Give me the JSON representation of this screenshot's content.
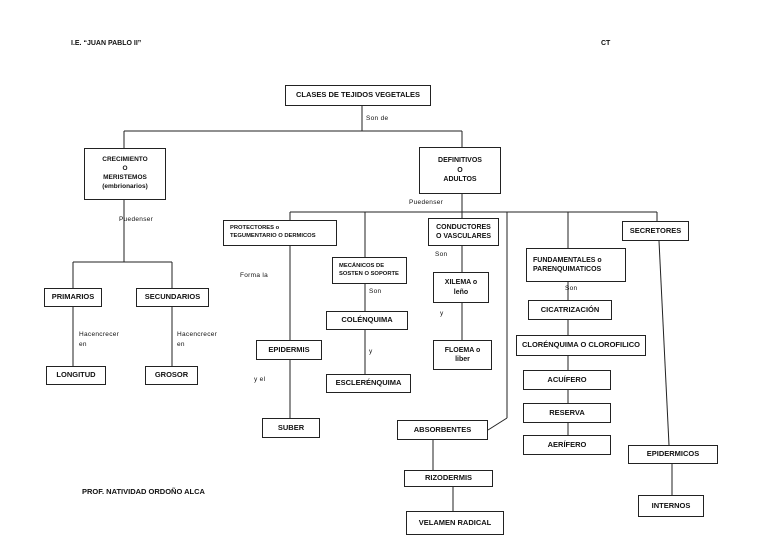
{
  "header": {
    "school": "I.E. “JUAN PABLO II”",
    "subject": "CT"
  },
  "footer": {
    "teacher": "PROF. NATIVIDAD ORDOÑO ALCA"
  },
  "colors": {
    "line": "#222222",
    "text": "#111111",
    "background": "#ffffff"
  },
  "nodes": {
    "root": "CLASES DE TEJIDOS VEGETALES",
    "crecimiento": "CRECIMIENTO\nO\nMERISTEMOS\n(embrionarios)",
    "definitivos": "DEFINITIVOS\nO\nADULTOS",
    "primarios": "PRIMARIOS",
    "secundarios": "SECUNDARIOS",
    "longitud": "LONGITUD",
    "grosor": "GROSOR",
    "protectores": "PROTECTORES o\nTEGUMENTARIO O DERMICOS",
    "mecanicos": "MECÁNICOS DE\nSOSTEN O SOPORTE",
    "conductores": "CONDUCTORES\nO VASCULARES",
    "fundamentales": "FUNDAMENTALES o\nPARENQUIMATICOS",
    "secretores": "SECRETORES",
    "epidermis": "EPIDERMIS",
    "suber": "SUBER",
    "colenquima": "COLÉNQUIMA",
    "esclerenquima": "ESCLERÉNQUIMA",
    "xilema": "XILEMA o\nleño",
    "floema": "FLOEMA o\nliber",
    "absorbentes": "ABSORBENTES",
    "rizodermis": "RIZODERMIS",
    "velamen": "VELAMEN RADICAL",
    "cicatrizacion": "CICATRIZACIÓN",
    "clorenquima": "CLORÉNQUIMA O CLOROFILICO",
    "acuifero": "ACUÍFERO",
    "reserva": "RESERVA",
    "aerifero": "AERÍFERO",
    "epidermicos": "EPIDERMICOS",
    "internos": "INTERNOS"
  },
  "connectors": {
    "son_de": "Son de",
    "pueden_ser_1": "Puedenser",
    "pueden_ser_2": "Puedenser",
    "forma_la": "Forma la",
    "son_mecanicos": "Son",
    "son_conductores": "Son",
    "son_fundamentales": "Son",
    "y_mecanicos": "y",
    "y_xilema": "y",
    "y_el": "y el",
    "hace_crecer_1": "Hacencrecer\nen",
    "hace_crecer_2": "Hacencrecer\nen"
  }
}
